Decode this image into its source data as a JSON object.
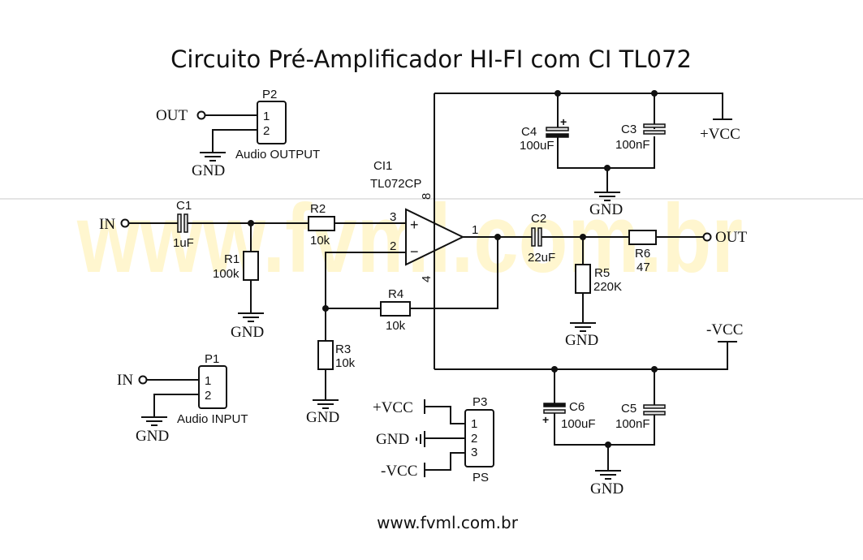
{
  "title": "Circuito Pré-Amplificador HI-FI com CI TL072",
  "footer": "www.fvml.com.br",
  "watermark": "www.fvml.com.br",
  "colors": {
    "wire": "#111111",
    "watermark": "#fff6cf",
    "background": "#ffffff"
  },
  "nets": {
    "in": "IN",
    "out": "OUT",
    "gnd": "GND",
    "vcc_pos": "+VCC",
    "vcc_neg": "-VCC"
  },
  "ic": {
    "ref": "CI1",
    "part": "TL072CP",
    "pin_noninv": "3",
    "pin_inv": "2",
    "pin_out": "1",
    "pin_vpos": "8",
    "pin_vneg": "4",
    "plus": "+",
    "minus": "−"
  },
  "components": {
    "C1": {
      "ref": "C1",
      "value": "1uF"
    },
    "C2": {
      "ref": "C2",
      "value": "22uF"
    },
    "C3": {
      "ref": "C3",
      "value": "100nF"
    },
    "C4": {
      "ref": "C4",
      "value": "100uF"
    },
    "C5": {
      "ref": "C5",
      "value": "100nF"
    },
    "C6": {
      "ref": "C6",
      "value": "100uF"
    },
    "R1": {
      "ref": "R1",
      "value": "100k"
    },
    "R2": {
      "ref": "R2",
      "value": "10k"
    },
    "R3": {
      "ref": "R3",
      "value": "10k"
    },
    "R4": {
      "ref": "R4",
      "value": "10k"
    },
    "R5": {
      "ref": "R5",
      "value": "220K"
    },
    "R6": {
      "ref": "R6",
      "value": "47"
    }
  },
  "connectors": {
    "P1": {
      "ref": "P1",
      "name": "Audio INPUT",
      "pins": [
        "1",
        "2"
      ]
    },
    "P2": {
      "ref": "P2",
      "name": "Audio OUTPUT",
      "pins": [
        "1",
        "2"
      ]
    },
    "P3": {
      "ref": "P3",
      "name": "PS",
      "pins": [
        "1",
        "2",
        "3"
      ]
    }
  },
  "polarity_mark": "+"
}
